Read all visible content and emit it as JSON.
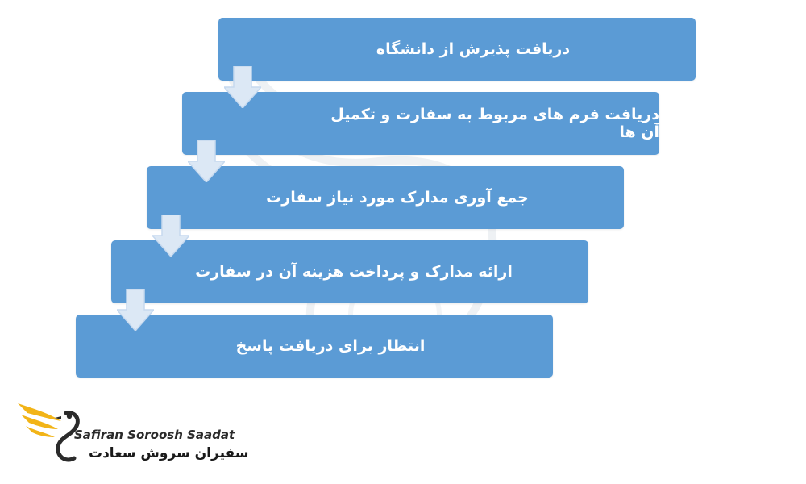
{
  "colors": {
    "box": "#5b9bd5",
    "arrow_fill": "#dce8f5",
    "arrow_stroke": "#c6d9ef",
    "text": "#ffffff",
    "logo_gold": "#f2b417",
    "logo_dark": "#2b2b2b"
  },
  "steps": [
    {
      "label": "دریافت پذیرش از دانشگاه"
    },
    {
      "label": "دریافت فرم های مربوط به سفارت و تکمیل آن ها"
    },
    {
      "label": "جمع آوری مدارک مورد نیاز سفارت"
    },
    {
      "label": "ارائه مدارک و پرداخت هزینه آن در سفارت"
    },
    {
      "label": "انتظار برای دریافت پاسخ"
    }
  ],
  "connector_icon": "down-arrow-icon",
  "logo": {
    "icon": "swan-logo-icon",
    "name_en": "Safiran Soroosh Saadat",
    "name_fa": "سفیران سروش سعادت"
  }
}
